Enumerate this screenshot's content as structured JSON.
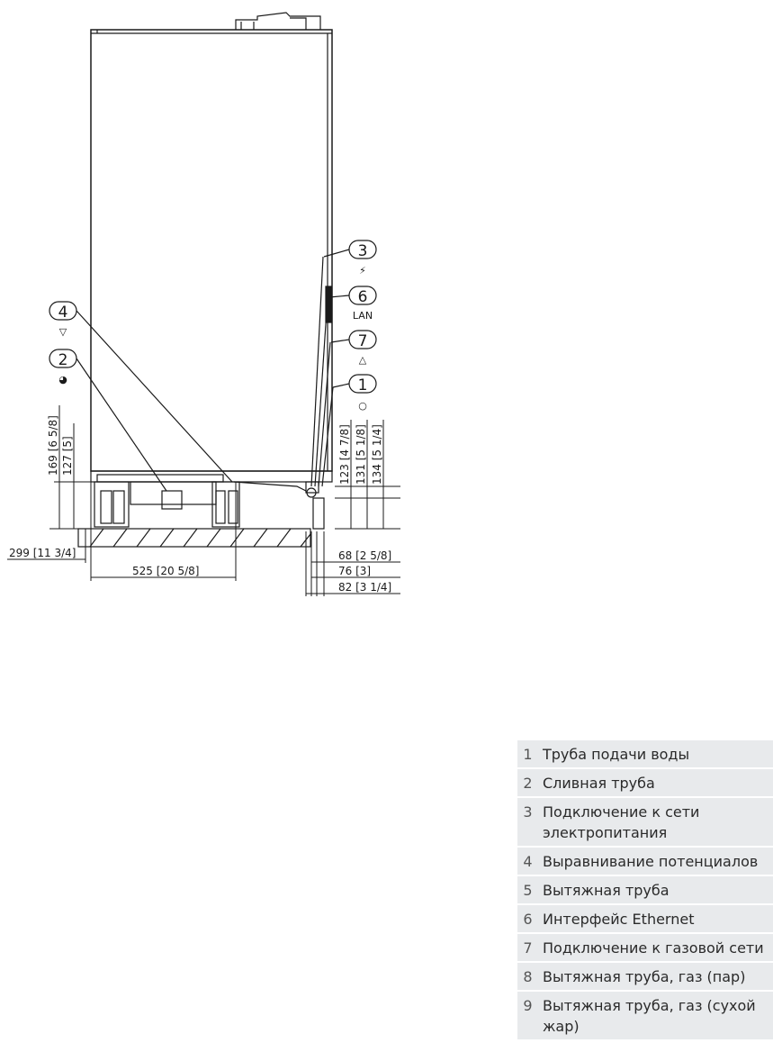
{
  "callouts": [
    {
      "num": "3",
      "sub": "⚡"
    },
    {
      "num": "6",
      "sub": "LAN"
    },
    {
      "num": "7",
      "sub": "△"
    },
    {
      "num": "1",
      "sub": "○"
    },
    {
      "num": "4",
      "sub": "▽"
    },
    {
      "num": "2",
      "sub": "◕"
    }
  ],
  "dimensions": {
    "d169": "169 [6 5/8]",
    "d127": "127 [5]",
    "d123": "123 [4 7/8]",
    "d131": "131 [5 1/8]",
    "d134": "134 [5 1/4]",
    "d299": "299 [11 3/4]",
    "d525": "525 [20 5/8]",
    "d68": "68 [2 5/8]",
    "d76": "76 [3]",
    "d82": "82 [3 1/4]"
  },
  "legend": [
    {
      "num": "1",
      "text": "Труба подачи воды"
    },
    {
      "num": "2",
      "text": "Сливная труба"
    },
    {
      "num": "3",
      "text": "Подключение к сети электропитания"
    },
    {
      "num": "4",
      "text": "Выравнивание потенциалов"
    },
    {
      "num": "5",
      "text": "Вытяжная труба"
    },
    {
      "num": "6",
      "text": "Интерфейс Ethernet"
    },
    {
      "num": "7",
      "text": "Подключение к газовой сети"
    },
    {
      "num": "8",
      "text": "Вытяжная труба, газ (пар)"
    },
    {
      "num": "9",
      "text": "Вытяжная труба, газ (сухой жар)"
    }
  ]
}
